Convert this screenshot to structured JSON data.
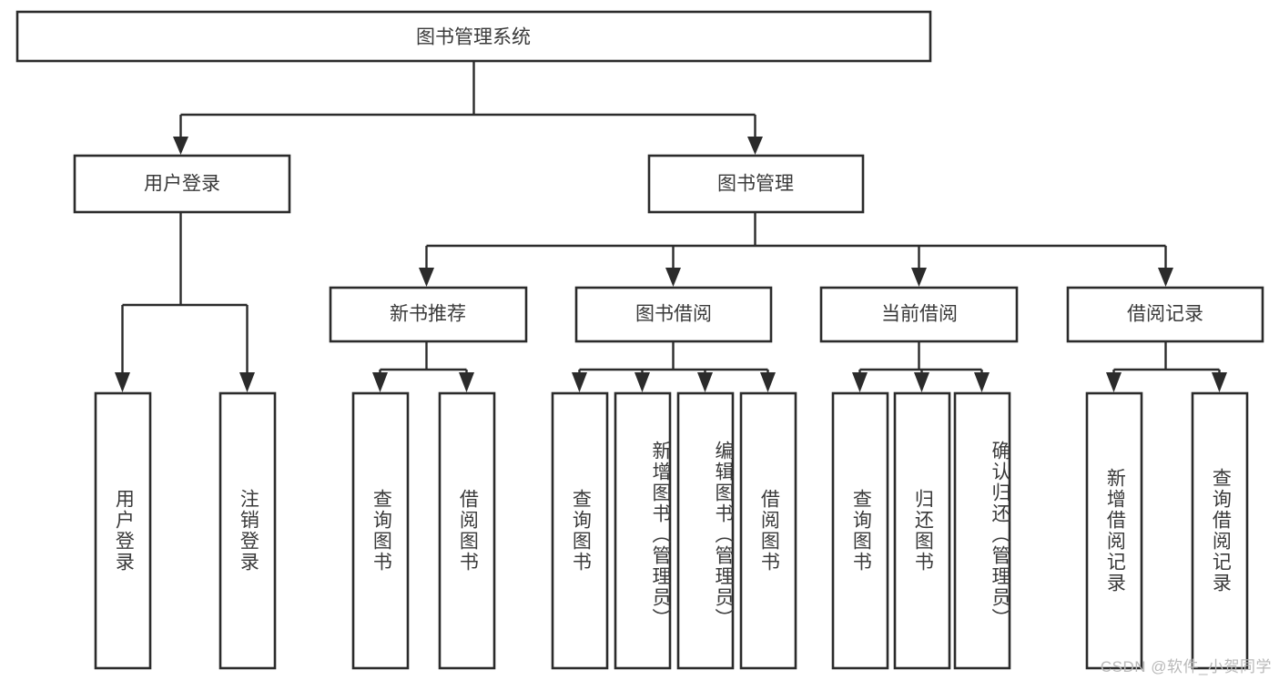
{
  "diagram": {
    "type": "tree",
    "title": "图书管理系统",
    "orientation": "top-down",
    "colors": {
      "box_stroke": "#2b2b2b",
      "box_fill": "#ffffff",
      "text": "#3a3a3a",
      "background": "#ffffff",
      "watermark": "#b9b9b9"
    },
    "root": {
      "label": "图书管理系统"
    },
    "level2": [
      {
        "label": "用户登录"
      },
      {
        "label": "图书管理"
      }
    ],
    "level3": [
      {
        "label": "新书推荐"
      },
      {
        "label": "图书借阅"
      },
      {
        "label": "当前借阅"
      },
      {
        "label": "借阅记录"
      }
    ],
    "leaves": {
      "user_login": [
        {
          "label": "用户登录"
        },
        {
          "label": "注销登录"
        }
      ],
      "new_book_recommend": [
        {
          "label": "查询图书"
        },
        {
          "label": "借阅图书"
        }
      ],
      "book_borrow": [
        {
          "label": "查询图书"
        },
        {
          "label": "新增图书（管理员）"
        },
        {
          "label": "编辑图书（管理员）"
        },
        {
          "label": "借阅图书"
        }
      ],
      "current_borrow": [
        {
          "label": "查询图书"
        },
        {
          "label": "归还图书"
        },
        {
          "label": "确认归还（管理员）"
        }
      ],
      "borrow_record": [
        {
          "label": "新增借阅记录"
        },
        {
          "label": "查询借阅记录"
        }
      ]
    }
  },
  "watermark": {
    "text": "CSDN @软件_小贺同学"
  }
}
